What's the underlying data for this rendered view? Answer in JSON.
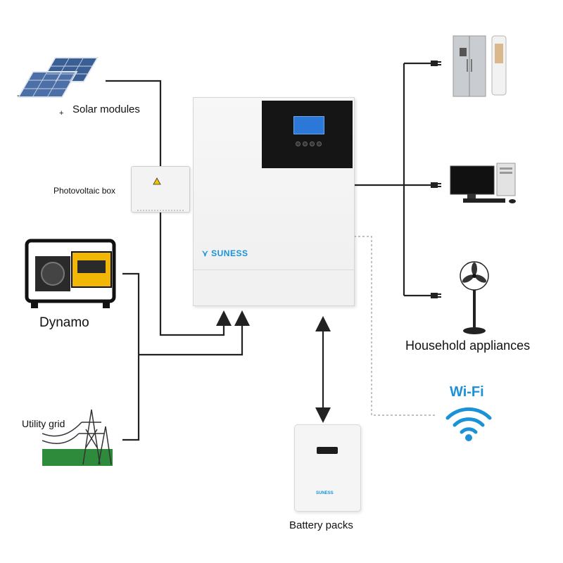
{
  "labels": {
    "solar": "Solar modules",
    "pv_box": "Photovoltaic box",
    "dynamo": "Dynamo",
    "utility": "Utility grid",
    "household": "Household appliances",
    "battery": "Battery packs",
    "wifi": "Wi-Fi",
    "brand": "SUNESS",
    "solar_minus": "-",
    "solar_plus": "+"
  },
  "colors": {
    "wire": "#222222",
    "wifi": "#1b92d8",
    "brand": "#1b92d8",
    "dashed": "#999999"
  },
  "icons": [
    "solar-panel-icon",
    "pv-combiner-box-icon",
    "generator-icon",
    "power-tower-icon",
    "refrigerator-icon",
    "air-conditioner-icon",
    "desktop-computer-icon",
    "fan-icon",
    "wifi-icon",
    "battery-icon",
    "inverter-icon",
    "plug-icon"
  ]
}
